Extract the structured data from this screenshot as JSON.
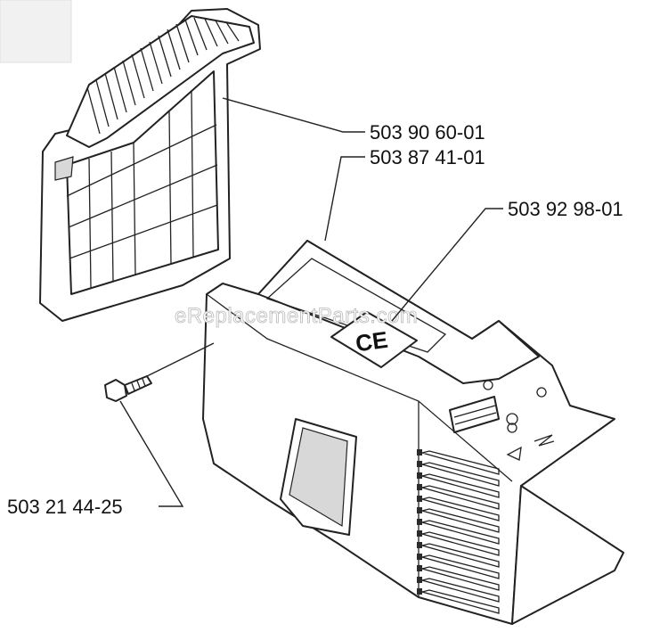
{
  "watermark": "eReplacementParts.com",
  "parts": [
    {
      "number": "503 90 60-01",
      "name": "air-filter"
    },
    {
      "number": "503 87 41-01",
      "name": "cylinder-cover"
    },
    {
      "number": "503 92 98-01",
      "name": "ce-decal"
    },
    {
      "number": "503 21 44-25",
      "name": "screw"
    }
  ],
  "decal_text": "CE",
  "colors": {
    "line": "#222222",
    "background": "#ffffff",
    "watermark": "#b9b9b9"
  }
}
